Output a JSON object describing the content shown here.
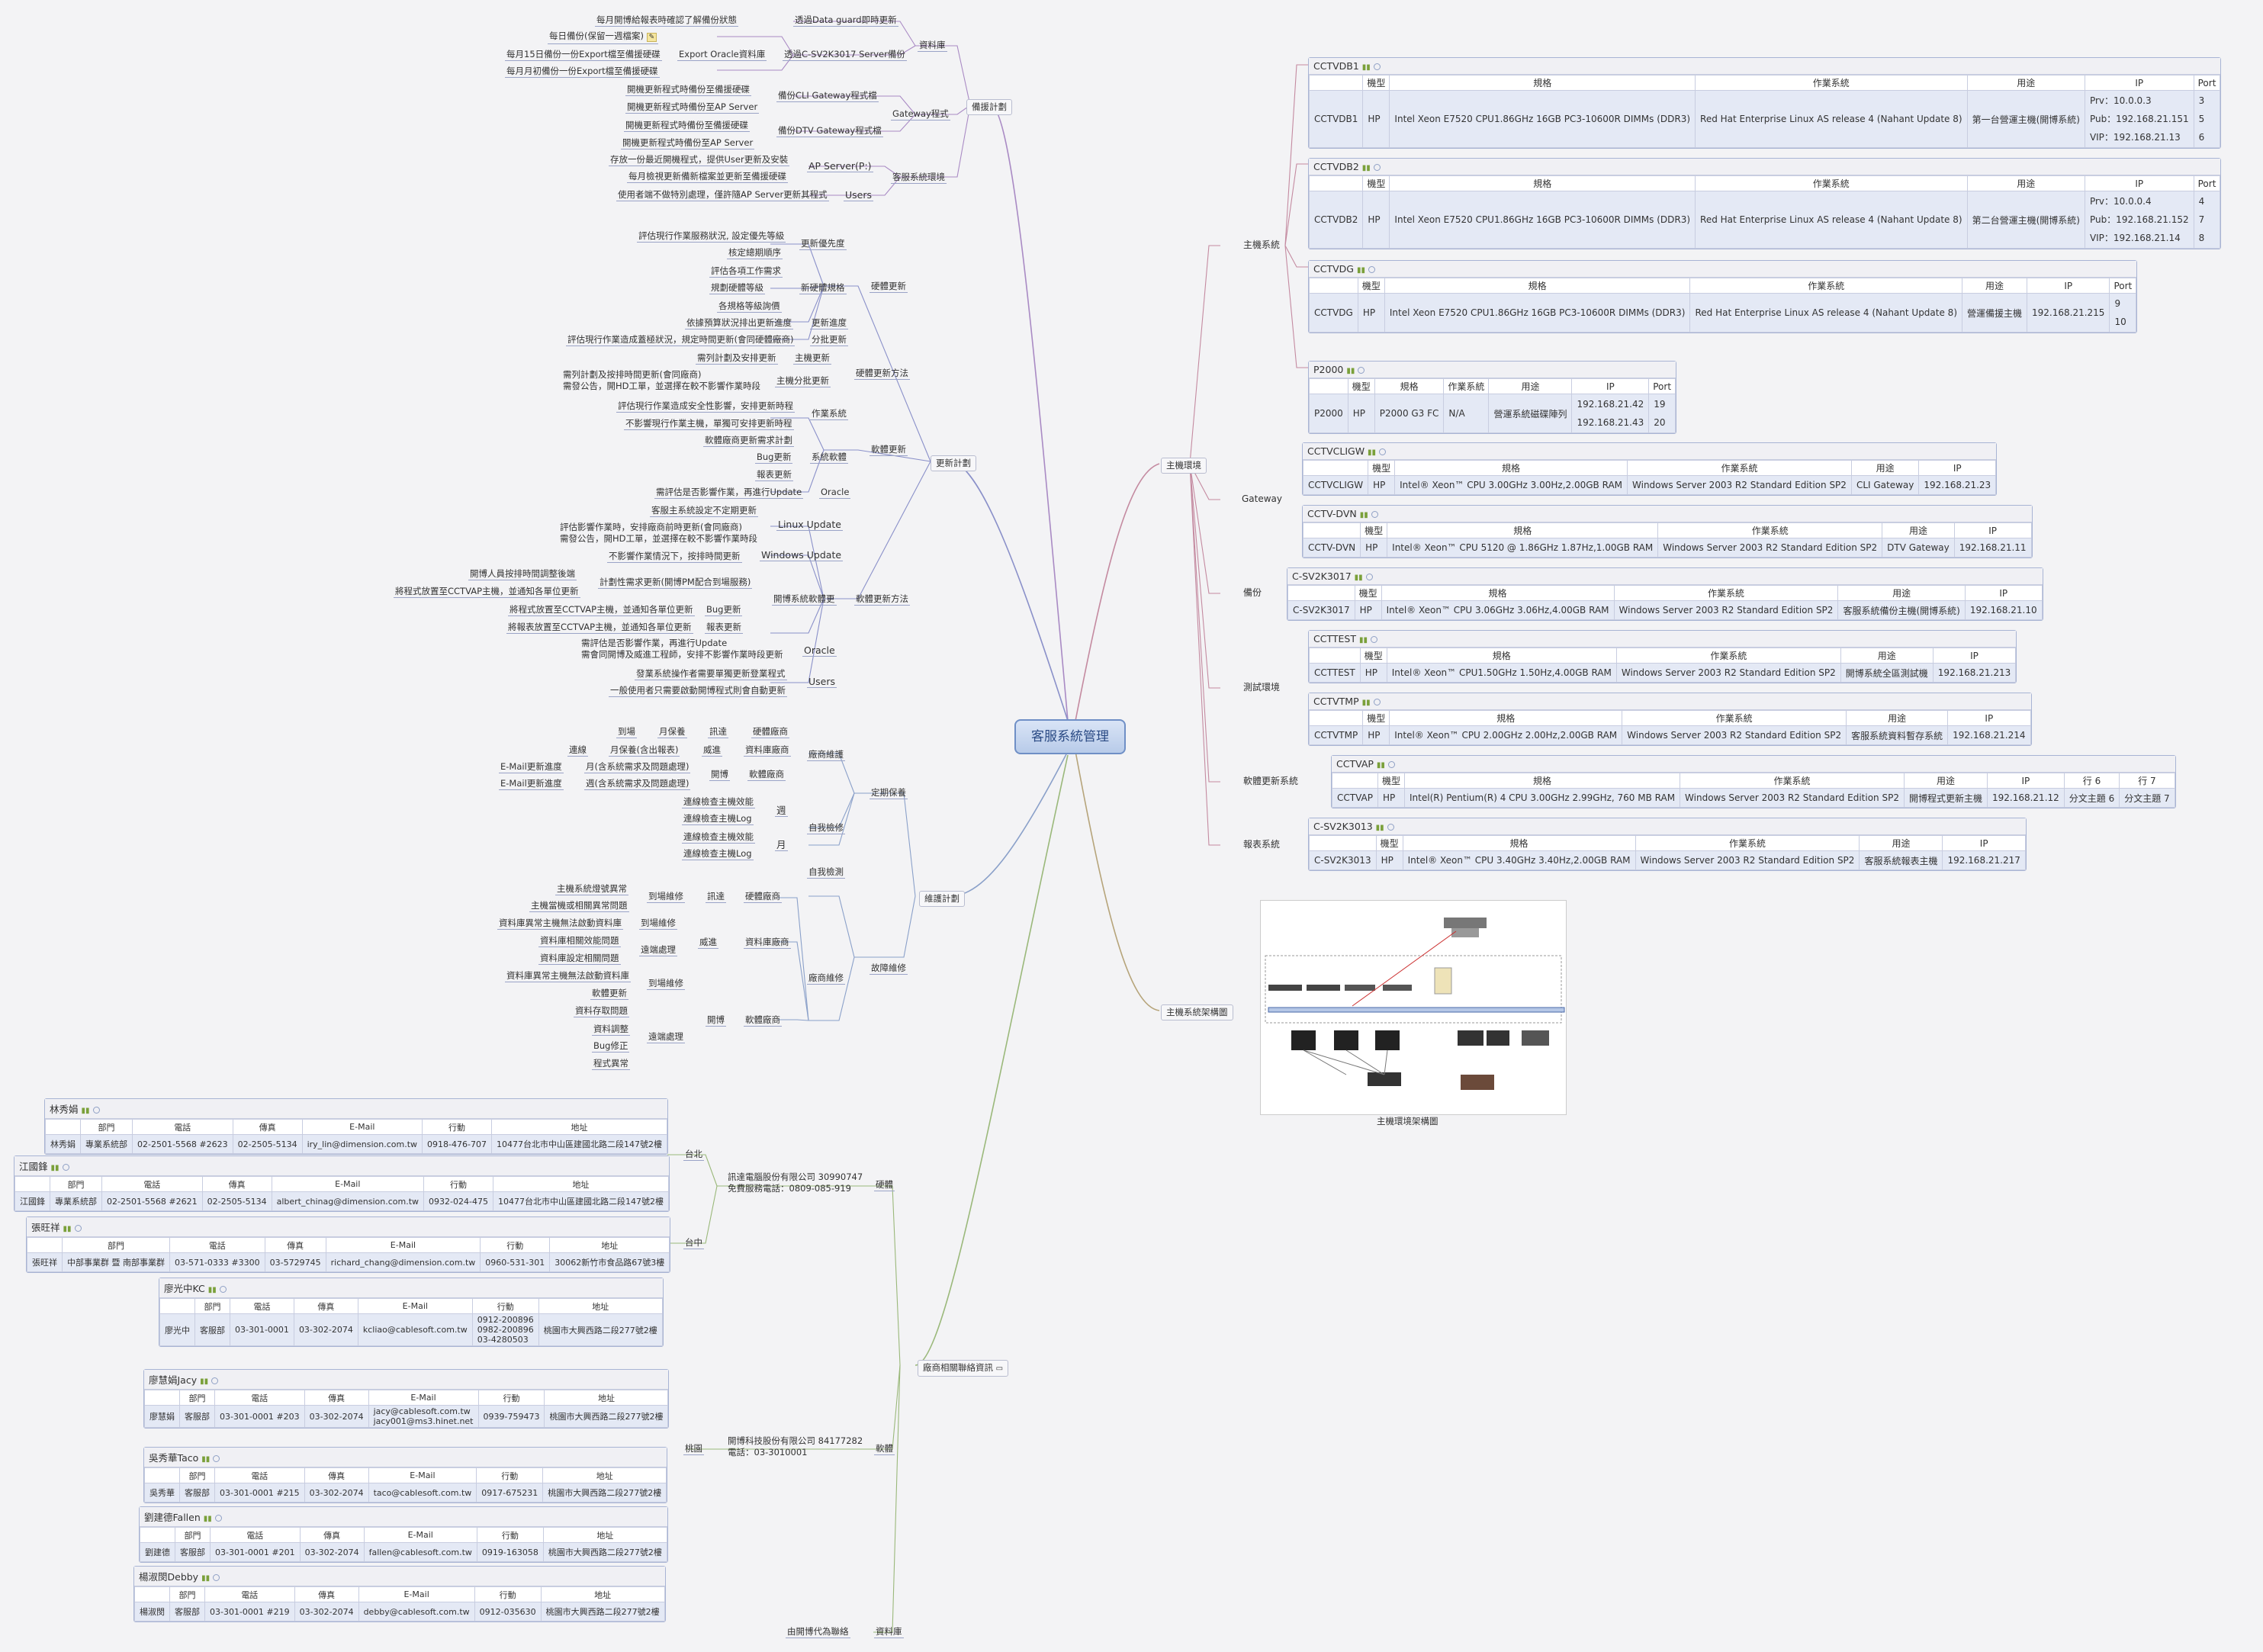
{
  "root": "客服系統管理",
  "backup": {
    "label": "備援計劃",
    "database": "資料庫",
    "dg": "透過Data guard即時更新",
    "dg_note": "每月開博給報表時確認了解備份狀態",
    "sv": "透過C-SV2K3017 Server備份",
    "export": "Export Oracle資料庫",
    "daily": "每日備份(保留一週檔案)",
    "mid": "每月15日備份一份Export檔至備援硬碟",
    "start": "每月月初備份一份Export檔至備援硬碟",
    "gateway": "Gateway程式",
    "cli": "備份CLI Gateway程式檔",
    "cli1": "開機更新程式時備份至備援硬碟",
    "cli2": "開機更新程式時備份至AP Server",
    "dtv": "備份DTV Gateway程式檔",
    "dtv1": "開機更新程式時備份至備援硬碟",
    "dtv2": "開機更新程式時備份至AP Server",
    "cs": "客服系統環境",
    "ap": "AP Server(P:)",
    "ap1": "存放一份最近開機程式，提供User更新及安裝",
    "ap2": "每月檢視更新備新檔案並更新至備援硬碟",
    "users": "Users",
    "users1": "使用者端不做特別處理，僅許隨AP Server更新其程式"
  },
  "update": {
    "label": "更新計劃",
    "hw": "硬體更新",
    "prio": "更新優先度",
    "prio1": "評估現行作業服務狀況, 設定優先等級",
    "prio2": "核定總期順序",
    "spec": "新硬體規格",
    "spec1": "評估各項工作需求",
    "spec2": "規劃硬體等級",
    "spec3": "各規格等級詢價",
    "prog": "更新進度",
    "prog1": "依據預算狀況排出更新進度",
    "stage": "分批更新",
    "stage1": "評估現行作業造成蓋極狀況，規定時間更新(會同硬體廠商)",
    "method": "硬體更新方法",
    "main": "主機更新",
    "main1": "需列計劃及安排更新",
    "sub": "主機分批更新",
    "sub1": "需列計劃及按排時間更新(會同廠商)",
    "sub2": "需發公告，開HD工單，並選擇在較不影響作業時段",
    "sw": "軟體更新",
    "os": "作業系統",
    "os1": "評估現行作業造成安全性影響，安排更新時程",
    "os2": "不影響現行作業主機，單獨可安排更新時程",
    "app": "系統軟體",
    "app1": "軟體廠商更新需求計劃",
    "app2": "Bug更新",
    "app3": "報表更新",
    "ora": "Oracle",
    "ora1": "需評估是否影響作業，再進行Update",
    "swm": "軟體更新方法",
    "lin": "Linux Update",
    "lin1": "客服主系統設定不定期更新",
    "lin2": "評估影響作業時，安排廠商前時更新(會同廠商)",
    "lin3": "需發公告，開HD工單，並選擇在較不影響作業時段",
    "win": "Windows Update",
    "win1": "不影響作業情況下，按排時間更新",
    "csu": "開博系統軟體更",
    "plan": "計劃性需求更新(開博PM配合到場服務)",
    "plan1": "開博人員按排時間調整後端",
    "plan2": "將程式放置至CCTVAP主機，並通知各單位更新",
    "bug": "Bug更新",
    "bug1": "將程式放置至CCTVAP主機，並通知各單位更新",
    "rpt": "報表更新",
    "rpt1": "將報表放置至CCTVAP主機，並通知各單位更新",
    "ora2": "Oracle",
    "ora2a": "需評估是否影響作業，再進行Update",
    "ora2b": "需會同開博及威進工程師，安排不影響作業時段更新",
    "usr": "Users",
    "usr1": "發業系統操作者需要單獨更新登業程式",
    "usr2": "一般使用者只需要啟動開博程式則會自動更新"
  },
  "maint": {
    "label": "維護計劃",
    "reg": "定期保養",
    "vendor": "廠商維護",
    "hw": "硬體廠商",
    "hw1": "訊達",
    "hw2": "月保養",
    "hw3": "到場",
    "db": "資料庫廠商",
    "db1": "威進",
    "db2": "月保養(含出報表)",
    "db3": "連線",
    "swv": "軟體廠商",
    "swv1": "開博",
    "swv2": "月(含系統需求及問題處理)",
    "swv3": "週(含系統需求及問題處理)",
    "swv4": "E-Mail更新進度",
    "swv5": "E-Mail更新進度",
    "self": "自我檢修",
    "wk": "週",
    "wk1": "連線檢查主機效能",
    "wk2": "連線檢查主機Log",
    "mo": "月",
    "mo1": "連線檢查主機效能",
    "mo2": "連線檢查主機Log",
    "fault": "故障維修",
    "selfc": "自我檢測",
    "fv": "廠商維修",
    "fhw": "硬體廠商",
    "fhw1": "訊達",
    "fhw2": "到場維修",
    "fhw3": "主機系統燈號異常",
    "fhw4": "主機當機或相關異常問題",
    "fdb": "資料庫廠商",
    "fdb1": "威進",
    "fdb2": "到場維修",
    "fdb3": "資料庫異常主機無法啟動資料庫",
    "fdb4": "遠端處理",
    "fdb5": "資料庫相關效能問題",
    "fdb6": "資料庫設定相關問題",
    "fsw": "軟體廠商",
    "fsw1": "開博",
    "fsw2": "到場維修",
    "fsw3": "資料庫異常主機無法啟動資料庫",
    "fsw4": "軟體更新",
    "fsw5": "資料存取問題",
    "fsw6": "遠端處理",
    "fsw7": "資料調整",
    "fsw8": "Bug修正",
    "fsw9": "程式異常"
  },
  "env": {
    "label": "主機環境",
    "hosts": "主機系統",
    "gateway": "Gateway",
    "backup": "備份",
    "test": "測試環境",
    "swupd": "軟體更新系統",
    "report": "報表系統"
  },
  "arch": {
    "label": "主機系統架構圖",
    "caption": "主機環境架構圖"
  },
  "vendors": {
    "label": "廠商相關聯絡資訊",
    "hw": "硬體",
    "taipei": "台北",
    "taichung": "台中",
    "hwinfo1": "訊達電腦股份有限公司 30990747",
    "hwinfo2": "免費服務電話：0809-085-919",
    "sw": "軟體",
    "taoyuan": "桃園",
    "swinfo1": "開博科技股份有限公司 84177282",
    "swinfo2": "電話：03-3010001",
    "db": "資料庫",
    "dbinfo": "由開博代為聯絡"
  },
  "server_headers": [
    "機型",
    "規格",
    "作業系統",
    "用途",
    "IP",
    "Port"
  ],
  "servers": [
    {
      "name": "CCTVDB1",
      "model": "HP",
      "spec": "Intel Xeon E7520 CPU1.86GHz 16GB PC3-10600R DIMMs (DDR3)",
      "os": "Red Hat Enterprise Linux AS release 4 (Nahant Update 8)",
      "use": "第一台營運主機(開博系統)",
      "ip": [
        "Prv：10.0.0.3",
        "Pub：192.168.21.151",
        "VIP：192.168.21.13"
      ],
      "port": [
        "3",
        "5",
        "6"
      ]
    },
    {
      "name": "CCTVDB2",
      "model": "HP",
      "spec": "Intel Xeon E7520 CPU1.86GHz 16GB PC3-10600R DIMMs (DDR3)",
      "os": "Red Hat Enterprise Linux AS release 4 (Nahant Update 8)",
      "use": "第二台營運主機(開博系統)",
      "ip": [
        "Prv：10.0.0.4",
        "Pub：192.168.21.152",
        "VIP：192.168.21.14"
      ],
      "port": [
        "4",
        "7",
        "8"
      ]
    },
    {
      "name": "CCTVDG",
      "model": "HP",
      "spec": "Intel Xeon E7520 CPU1.86GHz 16GB PC3-10600R DIMMs (DDR3)",
      "os": "Red Hat Enterprise Linux AS release 4 (Nahant Update 8)",
      "use": "營運備援主機",
      "ip": [
        "192.168.21.215"
      ],
      "port": [
        "9",
        "10"
      ]
    },
    {
      "name": "P2000",
      "model": "HP",
      "spec": "P2000 G3 FC",
      "os": "N/A",
      "use": "營運系統磁碟陣列",
      "ip": [
        "192.168.21.42",
        "192.168.21.43"
      ],
      "port": [
        "19",
        "20"
      ]
    }
  ],
  "gw_headers": [
    "機型",
    "規格",
    "作業系統",
    "用途",
    "IP"
  ],
  "gateways": [
    {
      "name": "CCTVCLIGW",
      "model": "HP",
      "spec": "Intel® Xeon™ CPU 3.00GHz 3.00Hz,2.00GB RAM",
      "os": "Windows Server 2003 R2 Standard Edition SP2",
      "use": "CLI Gateway",
      "ip": "192.168.21.23"
    },
    {
      "name": "CCTV-DVN",
      "model": "HP",
      "spec": "Intel® Xeon™ CPU 5120 @ 1.86GHz 1.87Hz,1.00GB RAM",
      "os": "Windows Server 2003 R2 Standard Edition SP2",
      "use": "DTV Gateway",
      "ip": "192.168.21.11"
    },
    {
      "name": "C-SV2K3017",
      "model": "HP",
      "spec": "Intel® Xeon™ CPU 3.06GHz 3.06Hz,4.00GB RAM",
      "os": "Windows Server 2003 R2 Standard Edition SP2",
      "use": "客服系統備份主機(開博系統)",
      "ip": "192.168.21.10"
    },
    {
      "name": "CCTTEST",
      "model": "HP",
      "spec": "Intel® Xeon™ CPU1.50GHz 1.50Hz,4.00GB RAM",
      "os": "Windows Server 2003 R2 Standard Edition SP2",
      "use": "開博系統全區測試機",
      "ip": "192.168.21.213"
    },
    {
      "name": "CCTVTMP",
      "model": "HP",
      "spec": "Intel® Xeon™ CPU 2.00GHz 2.00Hz,2.00GB RAM",
      "os": "Windows Server 2003 R2 Standard Edition SP2",
      "use": "客服系統資料暫存系統",
      "ip": "192.168.21.214"
    }
  ],
  "ap_headers": [
    "機型",
    "規格",
    "作業系統",
    "用途",
    "IP",
    "行 6",
    "行 7"
  ],
  "cctvap": {
    "name": "CCTVAP",
    "model": "HP",
    "spec": "Intel(R) Pentium(R) 4 CPU 3.00GHz 2.99GHz, 760 MB RAM",
    "os": "Windows Server 2003 R2 Standard Edition SP2",
    "use": "開博程式更新主機",
    "ip": "192.168.21.12",
    "c6": "分文主題 6",
    "c7": "分文主題 7"
  },
  "rep": {
    "name": "C-SV2K3013",
    "model": "HP",
    "spec": "Intel® Xeon™ CPU 3.40GHz 3.40Hz,2.00GB RAM",
    "os": "Windows Server 2003 R2 Standard Edition SP2",
    "use": "客服系統報表主機",
    "ip": "192.168.21.217"
  },
  "contact_headers": [
    "部門",
    "電話",
    "傳真",
    "E-Mail",
    "行動",
    "地址"
  ],
  "contacts": [
    {
      "title": "林秀娟",
      "name": "林秀娟",
      "dept": "專業系統部",
      "tel": "02-2501-5568 #2623",
      "fax": "02-2505-5134",
      "mail": "iry_lin@dimension.com.tw",
      "mobile": "0918-476-707",
      "addr": "10477台北市中山區建國北路二段147號2樓"
    },
    {
      "title": "江國鋒",
      "name": "江國鋒",
      "dept": "專業系統部",
      "tel": "02-2501-5568 #2621",
      "fax": "02-2505-5134",
      "mail": "albert_chinag@dimension.com.tw",
      "mobile": "0932-024-475",
      "addr": "10477台北市中山區建國北路二段147號2樓"
    },
    {
      "title": "張旺祥",
      "name": "張旺祥",
      "dept": "中部事業群 暨 南部事業群",
      "tel": "03-571-0333 #3300",
      "fax": "03-5729745",
      "mail": "richard_chang@dimension.com.tw",
      "mobile": "0960-531-301",
      "addr": "30062新竹市食品路67號3樓"
    },
    {
      "title": "廖光中KC",
      "name": "廖光中",
      "dept": "客服部",
      "tel": "03-301-0001",
      "fax": "03-302-2074",
      "mail": "kcliao@cablesoft.com.tw",
      "mobile": "0912-200896\n0982-200896\n03-4280503",
      "addr": "桃園市大興西路二段277號2樓"
    },
    {
      "title": "廖慧娟Jacy",
      "name": "廖慧娟",
      "dept": "客服部",
      "tel": "03-301-0001 #203",
      "fax": "03-302-2074",
      "mail": "jacy@cablesoft.com.tw\njacy001@ms3.hinet.net",
      "mobile": "0939-759473",
      "addr": "桃園市大興西路二段277號2樓"
    },
    {
      "title": "吳秀華Taco",
      "name": "吳秀華",
      "dept": "客服部",
      "tel": "03-301-0001 #215",
      "fax": "03-302-2074",
      "mail": "taco@cablesoft.com.tw",
      "mobile": "0917-675231",
      "addr": "桃園市大興西路二段277號2樓"
    },
    {
      "title": "劉建德Fallen",
      "name": "劉建德",
      "dept": "客服部",
      "tel": "03-301-0001 #201",
      "fax": "03-302-2074",
      "mail": "fallen@cablesoft.com.tw",
      "mobile": "0919-163058",
      "addr": "桃園市大興西路二段277號2樓"
    },
    {
      "title": "楊淑閔Debby",
      "name": "楊淑閔",
      "dept": "客服部",
      "tel": "03-301-0001 #219",
      "fax": "03-302-2074",
      "mail": "debby@cablesoft.com.tw",
      "mobile": "0912-035630",
      "addr": "桃園市大興西路二段277號2樓"
    }
  ]
}
